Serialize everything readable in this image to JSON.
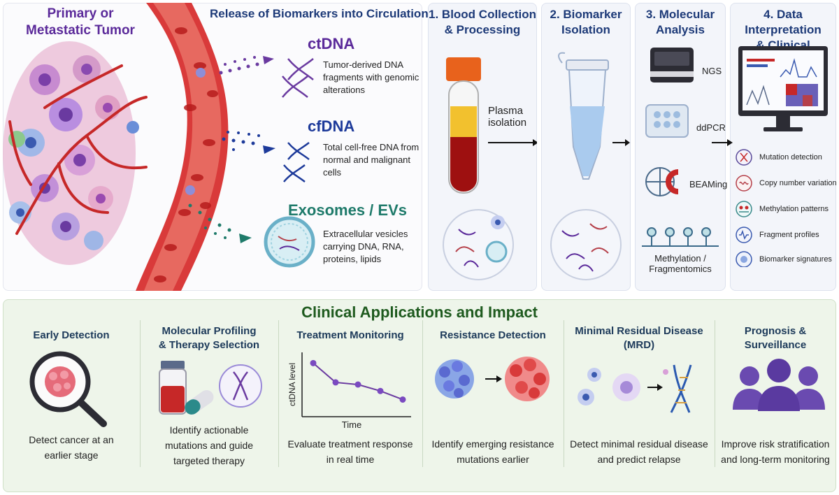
{
  "tumor": {
    "title": "Primary or\nMetastatic Tumor"
  },
  "release": {
    "title": "Release of Biomarkers into Circulation"
  },
  "biomarkers": [
    {
      "name": "ctDNA",
      "color": "#5b2a9a",
      "desc": "Tumor-derived DNA\nfragments with genomic\nalterations"
    },
    {
      "name": "cfDNA",
      "color": "#1d3a9a",
      "desc": "Total cell-free DNA from\nnormal and malignant\ncells"
    },
    {
      "name": "Exosomes / EVs",
      "color": "#1e7a6a",
      "desc": "Extracellular vesicles\ncarrying DNA, RNA,\nproteins, lipids"
    }
  ],
  "steps": [
    {
      "title": "1. Blood Collection\n& Processing"
    },
    {
      "title": "2. Biomarker\nIsolation"
    },
    {
      "title": "3. Molecular\nAnalysis"
    },
    {
      "title": "4. Data Interpretation\n& Clinical Integration"
    }
  ],
  "plasma_label": "Plasma\nisolation",
  "techniques": {
    "ngs": "NGS",
    "ddpcr": "ddPCR",
    "beaming": "BEAMing",
    "methylation": "Methylation /\nFragmentomics"
  },
  "outputs": [
    "Mutation detection",
    "Copy number variation",
    "Methylation patterns",
    "Fragment profiles",
    "Biomarker signatures"
  ],
  "clinical": {
    "title": "Clinical Applications and Impact",
    "apps": [
      {
        "title": "Early Detection",
        "desc": "Detect cancer at an\nearlier stage"
      },
      {
        "title": "Molecular Profiling\n& Therapy Selection",
        "desc": "Identify actionable\nmutations and guide\ntargeted therapy"
      },
      {
        "title": "Treatment Monitoring",
        "desc": "Evaluate treatment response\nin real time"
      },
      {
        "title": "Resistance Detection",
        "desc": "Identify emerging resistance\nmutations earlier"
      },
      {
        "title": "Minimal Residual Disease\n(MRD)",
        "desc": "Detect minimal residual disease\nand predict relapse"
      },
      {
        "title": "Prognosis &\nSurveillance",
        "desc": "Improve risk stratification\nand long-term monitoring"
      }
    ]
  },
  "chart_data": {
    "type": "line",
    "xlabel": "Time",
    "ylabel": "ctDNA level",
    "x": [
      1,
      2,
      3,
      4,
      5
    ],
    "y": [
      5.0,
      3.2,
      3.0,
      2.4,
      1.6
    ],
    "ylim": [
      0,
      6
    ]
  }
}
